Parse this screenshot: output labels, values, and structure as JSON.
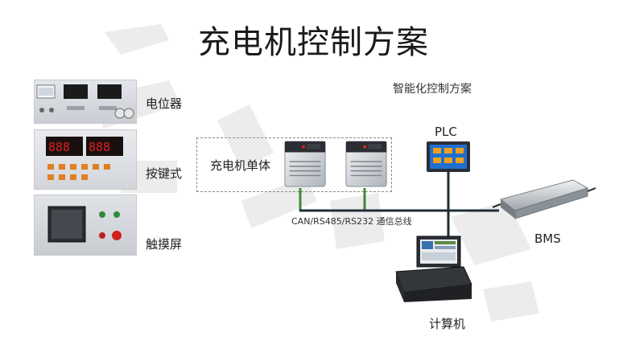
{
  "title": "充电机控制方案",
  "subtitle": "智能化控制方案",
  "left_labels": {
    "potentiometer": "电位器",
    "keypad": "按键式",
    "touchscreen": "触摸屏"
  },
  "charger_unit_label": "充电机单体",
  "bus_label": "CAN/RS485/RS232 通信总线",
  "plc_label": "PLC",
  "bms_label": "BMS",
  "computer_label": "计算机",
  "colors": {
    "bus": "#1f2e36",
    "bus_green": "#3c8c2e",
    "display_red": "#e02020",
    "plc_blue": "#1f6fd0",
    "charger_body": "#d8dde2",
    "dashed": "#8a8a8a"
  }
}
